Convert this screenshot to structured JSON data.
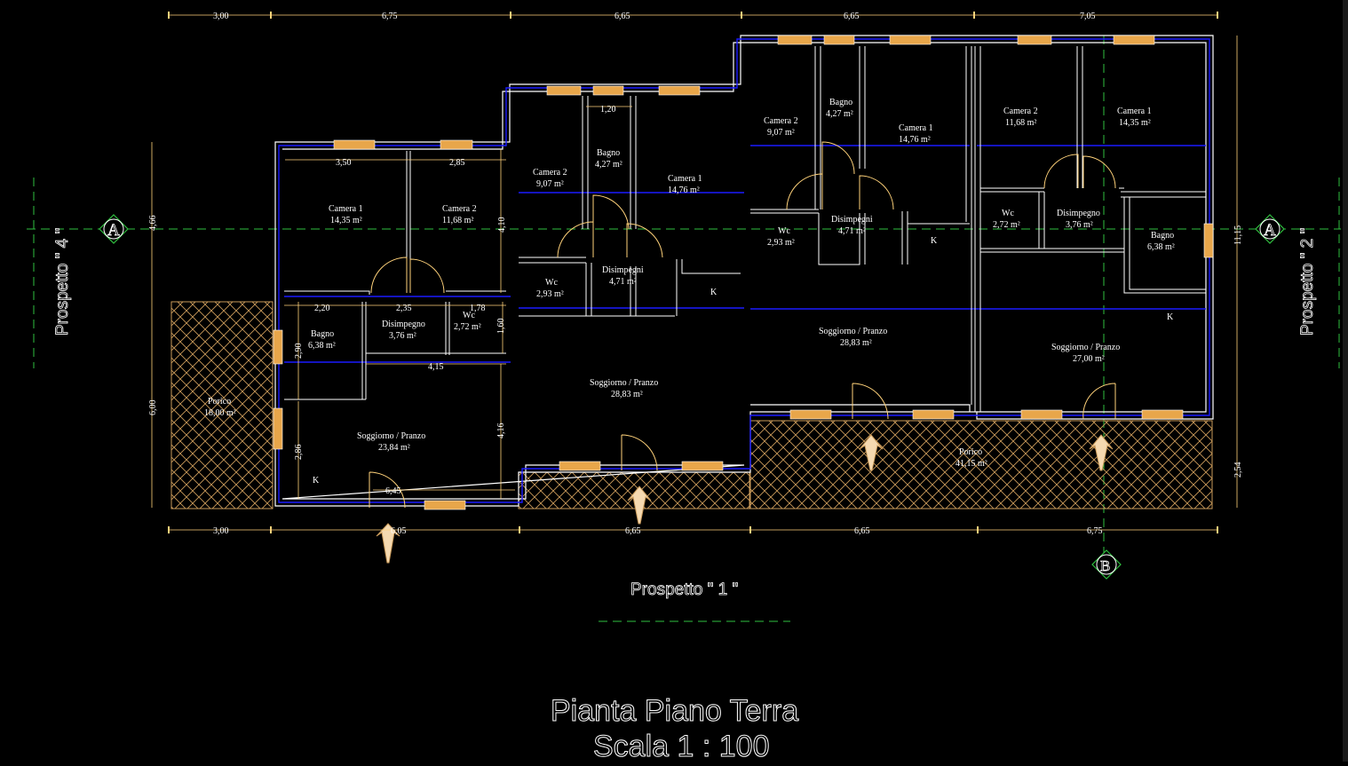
{
  "drawing": {
    "title": "Pianta Piano Terra",
    "scale": "Scala 1 : 100",
    "elevations": {
      "front": "Prospetto \" 1 \"",
      "right": "Prospetto \" 2 \"",
      "left": "Prospetto \" 4 \""
    },
    "section_markers": {
      "a_left": "A",
      "a_right": "A",
      "b": "B"
    },
    "kitchen_marks": [
      "K",
      "K",
      "K",
      "K"
    ]
  },
  "dimensions": {
    "top": [
      "3,00",
      "6,75",
      "6,65",
      "6,65",
      "7,05"
    ],
    "bottom": [
      "3,00",
      "6,05",
      "6,65",
      "6,65",
      "6,75"
    ],
    "left": [
      "4,66",
      "6,00"
    ],
    "right": [
      "11,15",
      "2,54"
    ],
    "inner": {
      "unit1": [
        "3,50",
        "2,85",
        "4,10",
        "2,20",
        "2,35",
        "1,78",
        "1,60",
        "2,90",
        "4,15",
        "2,86",
        "4,16",
        "6,45"
      ],
      "unit2": [
        "1,20"
      ]
    }
  },
  "rooms": {
    "unit1": [
      {
        "name": "Camera 1",
        "area": "14,35 m²"
      },
      {
        "name": "Camera 2",
        "area": "11,68 m²"
      },
      {
        "name": "Bagno",
        "area": "6,38 m²"
      },
      {
        "name": "Disimpegno",
        "area": "3,76 m²"
      },
      {
        "name": "Wc",
        "area": "2,72 m²"
      },
      {
        "name": "Soggiorno / Pranzo",
        "area": "23,84 m²"
      },
      {
        "name": "Porico",
        "area": "18,00 m²"
      }
    ],
    "unit2": [
      {
        "name": "Camera 2",
        "area": "9,07 m²"
      },
      {
        "name": "Bagno",
        "area": "4,27 m²"
      },
      {
        "name": "Camera 1",
        "area": "14,76 m²"
      },
      {
        "name": "Wc",
        "area": "2,93 m²"
      },
      {
        "name": "Disimpegni",
        "area": "4,71 m²"
      },
      {
        "name": "Soggiorno / Pranzo",
        "area": "28,83 m²"
      }
    ],
    "unit3": [
      {
        "name": "Camera 2",
        "area": "9,07 m²"
      },
      {
        "name": "Bagno",
        "area": "4,27 m²"
      },
      {
        "name": "Camera 1",
        "area": "14,76 m²"
      },
      {
        "name": "Wc",
        "area": "2,93 m²"
      },
      {
        "name": "Disimpegni",
        "area": "4,71 m²"
      },
      {
        "name": "Soggiorno / Pranzo",
        "area": "28,83 m²"
      }
    ],
    "unit4": [
      {
        "name": "Camera 2",
        "area": "11,68 m²"
      },
      {
        "name": "Camera 1",
        "area": "14,35 m²"
      },
      {
        "name": "Wc",
        "area": "2,72 m²"
      },
      {
        "name": "Disimpegno",
        "area": "3,76 m²"
      },
      {
        "name": "Bagno",
        "area": "6,38 m²"
      },
      {
        "name": "Soggiorno / Pranzo",
        "area": "27,00 m²"
      }
    ],
    "porch_front": {
      "name": "Porico",
      "area": "41,15 m²"
    }
  },
  "colors": {
    "background": "#000000",
    "wall_outer": "#ffffff",
    "wall_inner": "#1a1aff",
    "hatch": "#c99a5a",
    "door": "#ffd27a",
    "window": "#e8a64a",
    "axis": "#2fbf3f",
    "dimension": "#ffd27a",
    "text": "#ffffff"
  }
}
